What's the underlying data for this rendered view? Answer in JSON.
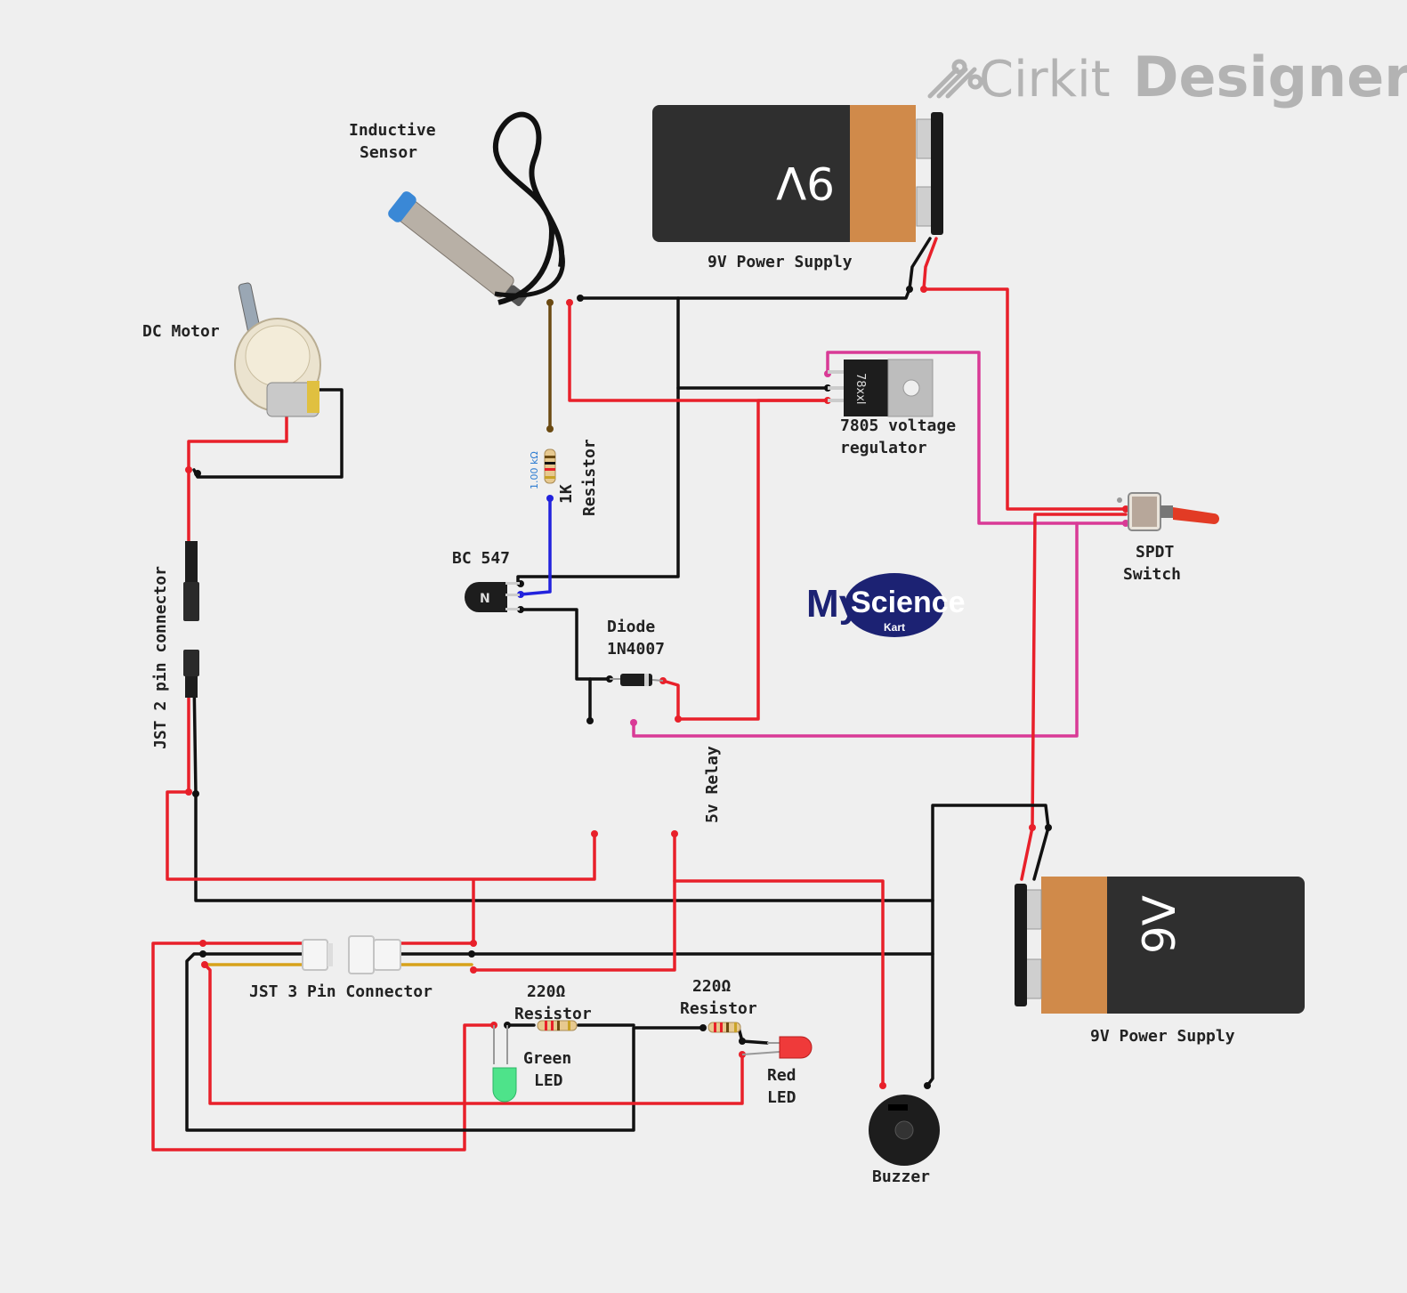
{
  "brand": {
    "part1": "Cirkit",
    "part2": "Designer"
  },
  "watermark": {
    "my": "My",
    "science": "Science",
    "kart": "Kart"
  },
  "labels": {
    "inductive_sensor": [
      "Inductive",
      "Sensor"
    ],
    "battery_top": "9V Power Supply",
    "battery_top_face": "9V",
    "battery_bottom": "9V Power Supply",
    "battery_bottom_face": "9V",
    "dc_motor": "DC Motor",
    "regulator": [
      "7805 voltage",
      "regulator"
    ],
    "regulator_chip": "78xxl",
    "resistor_1k": [
      "1K",
      "Resistor"
    ],
    "resistor_1k_value": "1.00 kΩ",
    "bc547": "BC 547",
    "bc547_mark": "N",
    "spdt": [
      "SPDT",
      "Switch"
    ],
    "diode": [
      "Diode",
      "1N4007"
    ],
    "relay": "5v Relay",
    "jst2": "JST 2 pin connector",
    "jst3": "JST 3 Pin Connector",
    "resistor_220_a": [
      "220Ω",
      "Resistor"
    ],
    "resistor_220_b": [
      "220Ω",
      "Resistor"
    ],
    "green_led": [
      "Green",
      "LED"
    ],
    "red_led": [
      "Red",
      "LED"
    ],
    "buzzer": "Buzzer"
  },
  "colors": {
    "wire_red": "#e8202a",
    "wire_black": "#111111",
    "wire_pink": "#d93a96",
    "wire_brown": "#6b4a12",
    "wire_blue": "#2222dd",
    "battery_body": "#2f2f2f",
    "battery_band": "#d08a4a"
  }
}
